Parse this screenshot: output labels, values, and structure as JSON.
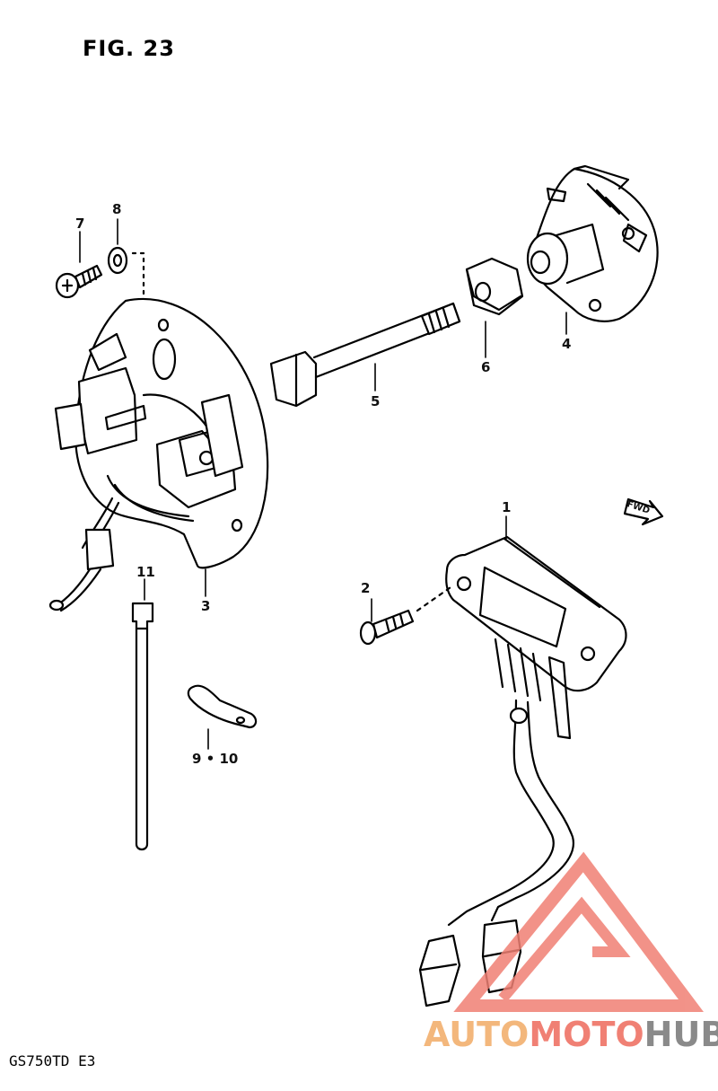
{
  "figure": {
    "title": "FIG. 23",
    "model_code": "GS750TD  E3"
  },
  "callouts": [
    {
      "id": "1",
      "label": "1"
    },
    {
      "id": "2",
      "label": "2"
    },
    {
      "id": "3",
      "label": "3"
    },
    {
      "id": "4",
      "label": "4"
    },
    {
      "id": "5",
      "label": "5"
    },
    {
      "id": "6",
      "label": "6"
    },
    {
      "id": "7",
      "label": "7"
    },
    {
      "id": "8",
      "label": "8"
    },
    {
      "id": "9_10",
      "label": "9 • 10"
    },
    {
      "id": "11",
      "label": "11"
    }
  ],
  "fwd_label": "FWD",
  "watermark": {
    "part1": "AUTO",
    "part2": "MOTO",
    "part3": "HUB"
  },
  "colors": {
    "line": "#000000",
    "watermark_red": "#f08074",
    "watermark_orange": "#f3b77c",
    "watermark_gray": "#8a8a8a"
  }
}
